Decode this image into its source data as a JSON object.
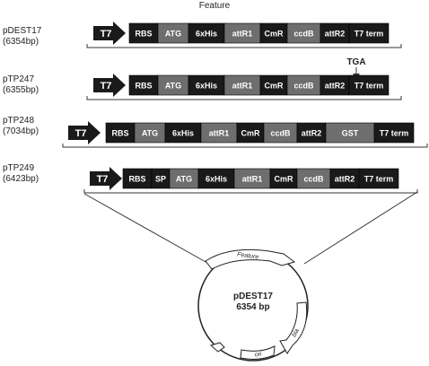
{
  "figure": {
    "top_label": "Feature"
  },
  "constructs": [
    {
      "name": "pDEST17",
      "size": "(6354bp)",
      "promoter": "T7",
      "segments": [
        {
          "label": "RBS",
          "tone": "dark"
        },
        {
          "label": "ATG",
          "tone": "mid"
        },
        {
          "label": "6xHis",
          "tone": "dark"
        },
        {
          "label": "attR1",
          "tone": "mid"
        },
        {
          "label": "CmR",
          "tone": "dark"
        },
        {
          "label": "ccdB",
          "tone": "mid"
        },
        {
          "label": "attR2",
          "tone": "dark"
        },
        {
          "label": "T7 term",
          "tone": "dark"
        }
      ]
    },
    {
      "name": "pTP247",
      "size": "(6355bp)",
      "promoter": "T7",
      "annotation": "TGA",
      "segments": [
        {
          "label": "RBS",
          "tone": "dark"
        },
        {
          "label": "ATG",
          "tone": "mid"
        },
        {
          "label": "6xHis",
          "tone": "dark"
        },
        {
          "label": "attR1",
          "tone": "mid"
        },
        {
          "label": "CmR",
          "tone": "dark"
        },
        {
          "label": "ccdB",
          "tone": "mid"
        },
        {
          "label": "attR2",
          "tone": "dark"
        },
        {
          "label": "T7 term",
          "tone": "dark"
        }
      ]
    },
    {
      "name": "pTP248",
      "size": "(7034bp)",
      "promoter": "T7",
      "segments": [
        {
          "label": "RBS",
          "tone": "dark"
        },
        {
          "label": "ATG",
          "tone": "mid"
        },
        {
          "label": "6xHis",
          "tone": "dark"
        },
        {
          "label": "attR1",
          "tone": "mid"
        },
        {
          "label": "CmR",
          "tone": "dark"
        },
        {
          "label": "ccdB",
          "tone": "mid"
        },
        {
          "label": "attR2",
          "tone": "dark"
        },
        {
          "label": "GST",
          "tone": "mid"
        },
        {
          "label": "T7 term",
          "tone": "dark"
        }
      ]
    },
    {
      "name": "pTP249",
      "size": "(6423bp)",
      "promoter": "T7",
      "segments": [
        {
          "label": "RBS",
          "tone": "dark"
        },
        {
          "label": "SP",
          "tone": "dark"
        },
        {
          "label": "ATG",
          "tone": "mid"
        },
        {
          "label": "6xHis",
          "tone": "dark"
        },
        {
          "label": "attR1",
          "tone": "mid"
        },
        {
          "label": "CmR",
          "tone": "dark"
        },
        {
          "label": "ccdB",
          "tone": "mid"
        },
        {
          "label": "attR2",
          "tone": "dark"
        },
        {
          "label": "T7 term",
          "tone": "dark"
        }
      ]
    }
  ],
  "plasmid": {
    "name": "pDEST17",
    "size": "6354 bp",
    "features": [
      "Feature",
      "bla",
      "ori"
    ]
  },
  "colors": {
    "dark": "#1a1a1a",
    "mid": "#6e6e6e",
    "line": "#333333"
  }
}
